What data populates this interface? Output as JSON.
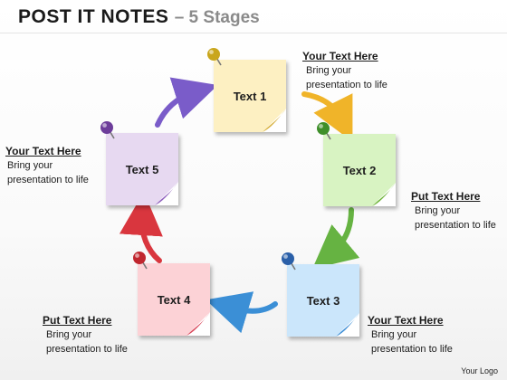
{
  "header": {
    "title": "POST  IT NOTES",
    "subtitle": "– 5 Stages"
  },
  "notes": [
    {
      "label": "Text 1",
      "color": "#fdf0c2",
      "curl": "#d7b03c",
      "pin": "#c9a61c"
    },
    {
      "label": "Text 2",
      "color": "#d8f3c2",
      "curl": "#6fb43a",
      "pin": "#3f8f2a"
    },
    {
      "label": "Text 3",
      "color": "#cbe6fb",
      "curl": "#3d8ed6",
      "pin": "#2a5fa8"
    },
    {
      "label": "Text 4",
      "color": "#fcd2d6",
      "curl": "#d9465a",
      "pin": "#c0262e"
    },
    {
      "label": "Text 5",
      "color": "#e7d9f1",
      "curl": "#8f5fbd",
      "pin": "#6d3d9a"
    }
  ],
  "callouts": [
    {
      "heading": "Your Text Here",
      "body": "Bring your\npresentation  to life"
    },
    {
      "heading": "Put Text Here",
      "body": "Bring your\npresentation  to life"
    },
    {
      "heading": "Your Text Here",
      "body": "Bring your\npresentation  to life"
    },
    {
      "heading": "Put Text Here",
      "body": "Bring your\npresentation  to life"
    },
    {
      "heading": "Your Text Here",
      "body": "Bring your\npresentation  to life"
    }
  ],
  "arrow_colors": {
    "one_to_two": "#f0b429",
    "two_to_three": "#66b342",
    "three_to_four": "#3b8fd6",
    "four_to_five": "#d9363e",
    "five_to_one": "#7a5cc9"
  },
  "footer": {
    "logo": "Your Logo"
  }
}
